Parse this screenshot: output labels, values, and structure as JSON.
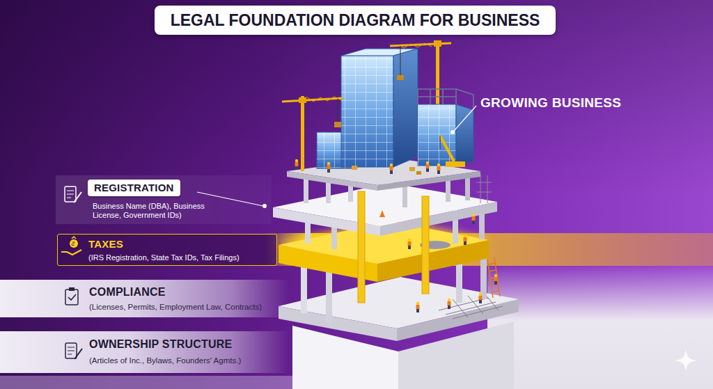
{
  "diagram": {
    "title": "LEGAL FOUNDATION DIAGRAM FOR BUSINESS",
    "nodes": [
      {
        "text": [
          "REGISTRATION",
          "Business Name (DBA), Business License, Government IDs)"
        ]
      },
      {
        "text": [
          "TAXES",
          "(IRS Registration, State Tax IDs, Tax Filings)"
        ]
      },
      {
        "text": [
          "COMPLIANCE",
          "(Licenses, Permits, Employment Law, Contracts)"
        ]
      },
      {
        "text": [
          "OWNERSHIP STRUCTURE",
          "(Articles of Inc., Bylaws, Founders' Agmts.)"
        ]
      }
    ],
    "labels": [
      "GROWING BUSINESS"
    ]
  }
}
